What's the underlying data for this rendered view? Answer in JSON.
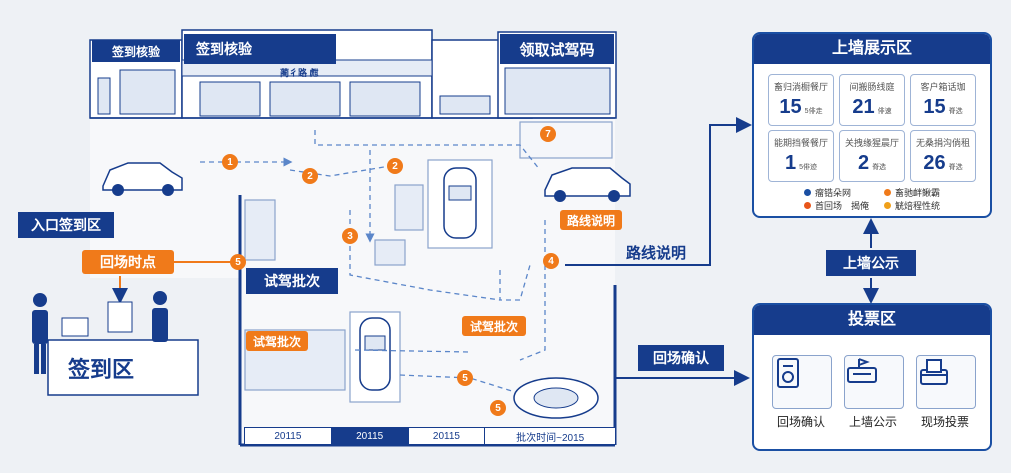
{
  "labels": {
    "checkin_verify_1": "签到核验",
    "checkin_verify_2": "签到核验",
    "get_code": "领取试驾码",
    "entry_zone": "入口签到区",
    "return_time": "回场时点",
    "checkin_zone": "签到区",
    "batch_main": "试驾批次",
    "batch_mid": "试驾批次",
    "batch_left": "试驾批次",
    "route_tag": "路线说明",
    "route_label": "路线说明",
    "return_confirm": "回场确认",
    "wall_publish": "上墙公示",
    "shop_sign": "蔺彳路 甝"
  },
  "markers": [
    "1",
    "2",
    "2",
    "3",
    "4",
    "5",
    "5",
    "5",
    "7"
  ],
  "timeline": [
    "20115",
    "20115",
    "20115",
    "批次时间~2015"
  ],
  "display_panel": {
    "title": "上墙展示区",
    "stats": [
      {
        "title": "畜归淌橱餐厅",
        "value": "15",
        "unit": "5俳走"
      },
      {
        "title": "间搬肠线庭",
        "value": "21",
        "unit": "俳速"
      },
      {
        "title": "客户箱话珈",
        "value": "15",
        "unit": "脊选"
      },
      {
        "title": "能期挡餐餐厅",
        "value": "1",
        "unit": "5俳迹"
      },
      {
        "title": "关拽缘猩晨厅",
        "value": "2",
        "unit": "脊选"
      },
      {
        "title": "无桑捐沟倘租",
        "value": "26",
        "unit": "脊选"
      }
    ],
    "legend": [
      {
        "text": "瘤锆朵网",
        "color": "#1a4fa3"
      },
      {
        "text": "畜驰衅鳅霸",
        "color": "#f07a1a"
      },
      {
        "text": "首回场　揭俺",
        "color": "#e8551a"
      },
      {
        "text": "觥焙程性统",
        "color": "#f0a01a"
      }
    ]
  },
  "vote_panel": {
    "title": "投票区",
    "items": [
      {
        "label": "回场确认",
        "icon": "document-check-icon"
      },
      {
        "label": "上墙公示",
        "icon": "flag-board-icon"
      },
      {
        "label": "现场投票",
        "icon": "ballot-box-icon"
      }
    ]
  }
}
